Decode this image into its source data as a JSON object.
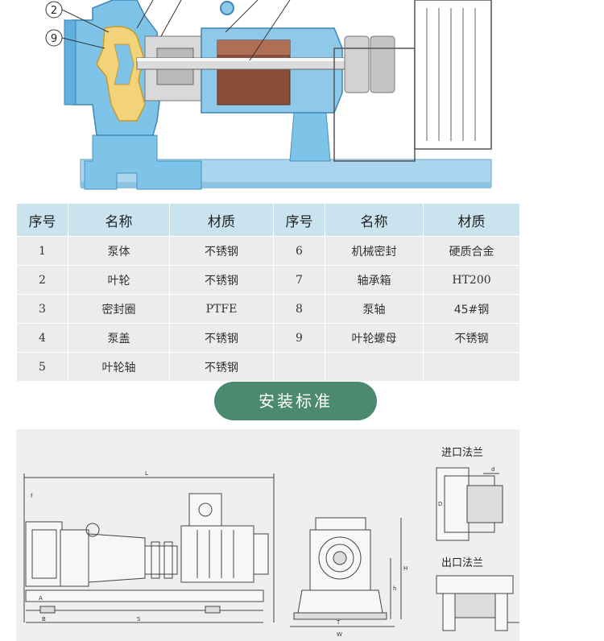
{
  "diagram": {
    "callouts": [
      "2",
      "9"
    ]
  },
  "table": {
    "headers": [
      "序号",
      "名称",
      "材质",
      "序号",
      "名称",
      "材质"
    ],
    "rows": [
      [
        "1",
        "泵体",
        "不锈钢",
        "6",
        "机械密封",
        "硬质合金"
      ],
      [
        "2",
        "叶轮",
        "不锈钢",
        "7",
        "轴承箱",
        "HT200"
      ],
      [
        "3",
        "密封圈",
        "PTFE",
        "8",
        "泵轴",
        "45#钢"
      ],
      [
        "4",
        "泵盖",
        "不锈钢",
        "9",
        "叶轮螺母",
        "不锈钢"
      ],
      [
        "5",
        "叶轮轴",
        "不锈钢",
        "",
        "",
        ""
      ]
    ]
  },
  "section_title": "安装标准",
  "install": {
    "inlet_flange_label": "进口法兰",
    "outlet_flange_label": "出口法兰",
    "dims": {
      "L": "L",
      "A": "A",
      "B": "B",
      "S": "S",
      "f": "f",
      "T": "T",
      "W": "W",
      "H": "H",
      "h": "h",
      "D": "D",
      "d": "d"
    }
  },
  "colors": {
    "pump_blue": "#7ec3e8",
    "impeller_yellow": "#f2d37a",
    "motor_brown": "#8a4e3a",
    "table_header": "#c9e4ef",
    "pill_green": "#4c8a70"
  }
}
